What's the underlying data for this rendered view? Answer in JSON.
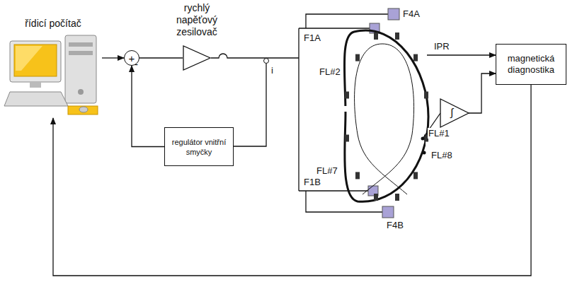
{
  "diagram": {
    "nodes": [
      {
        "text": [
          "řídicí počítač"
        ]
      },
      {
        "text": [
          "+",
          "-"
        ]
      },
      {
        "text": [
          "rychlý napěťový zesilovač"
        ]
      },
      {
        "text": [
          "regulátor vnitřní smyčky"
        ]
      },
      {
        "text": [
          "magnetická diagnostika"
        ]
      }
    ],
    "edges": [
      {
        "from": 0,
        "to": 1,
        "arrow": "to"
      },
      {
        "from": 1,
        "to": 2,
        "arrow": "none"
      },
      {
        "from": 3,
        "to": 1,
        "arrow": "to"
      },
      {
        "from": 4,
        "to": 0,
        "arrow": "to"
      }
    ],
    "labels": [
      "i",
      "F4A",
      "F1A",
      "IPR",
      "FL#2",
      "FL#1",
      "FL#8",
      "FL#7",
      "F1B",
      "F4B",
      "∫"
    ]
  }
}
